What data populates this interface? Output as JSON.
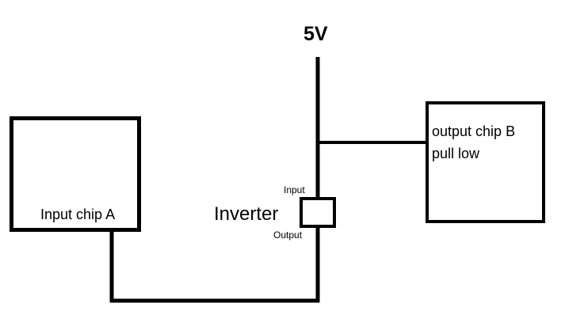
{
  "diagram": {
    "supply_label": "5V",
    "chip_a_label": "Input chip A",
    "chip_b_line1": "output chip B",
    "chip_b_line2": "pull low",
    "inverter_label": "Inverter",
    "inverter_input_label": "Input",
    "inverter_output_label": "Output"
  },
  "colors": {
    "stroke": "#000000",
    "background": "#ffffff"
  }
}
